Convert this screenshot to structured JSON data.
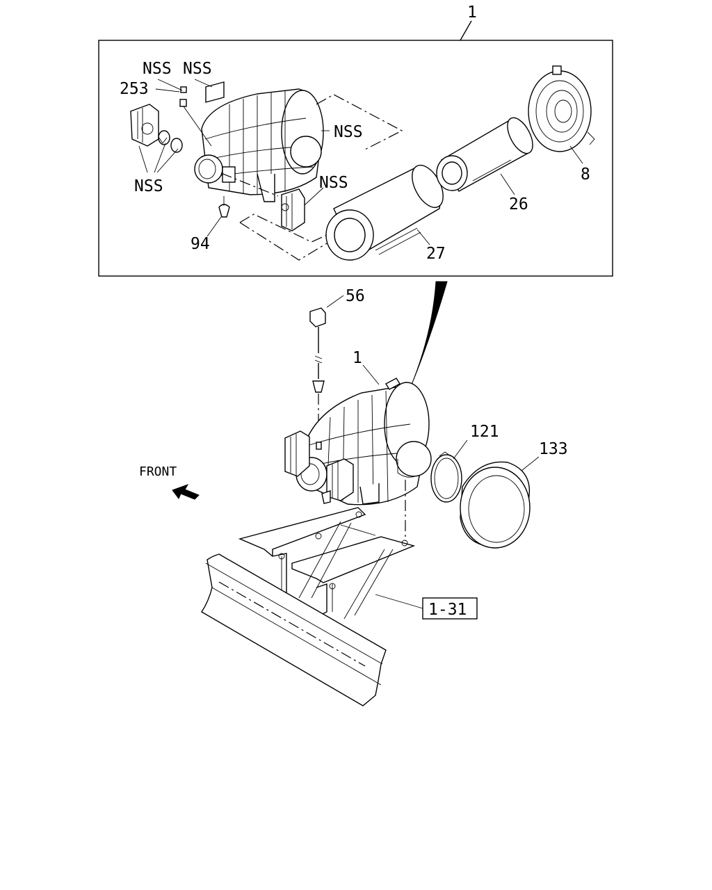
{
  "diagram": {
    "labels": {
      "assembly_top": "1",
      "nss_1": "NSS",
      "nss_2": "NSS",
      "part_253": "253",
      "nss_cover": "NSS",
      "nss_clamps": "NSS",
      "nss_bracket": "NSS",
      "part_94": "94",
      "part_8": "8",
      "part_26": "26",
      "part_27": "27",
      "part_56": "56",
      "assembly_main": "1",
      "part_121": "121",
      "part_133": "133",
      "front": "FRONT",
      "ref_box": "1-31"
    }
  }
}
